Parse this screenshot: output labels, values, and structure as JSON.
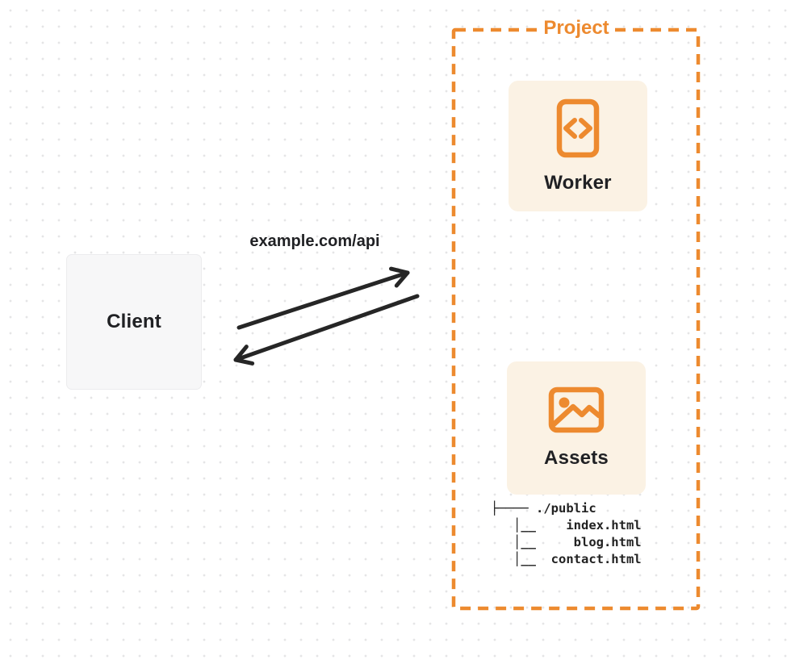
{
  "theme": {
    "orange": "#ed8a2f",
    "card-bg": "#fbf2e4",
    "client-bg": "#f7f7f8",
    "ink": "#202124",
    "arrow": "#262626",
    "dot": "#e5e5e6",
    "bg": "#ffffff"
  },
  "diagram": {
    "client": {
      "label": "Client"
    },
    "request": {
      "label": "example.com/api"
    },
    "project": {
      "title": "Project",
      "worker": {
        "label": "Worker",
        "icon": "code-file-icon"
      },
      "assets": {
        "label": "Assets",
        "icon": "image-icon"
      },
      "file_tree": {
        "lines": [
          "├──── ./public",
          "   │__    index.html",
          "   │__     blog.html",
          "   │__  contact.html"
        ]
      }
    }
  }
}
